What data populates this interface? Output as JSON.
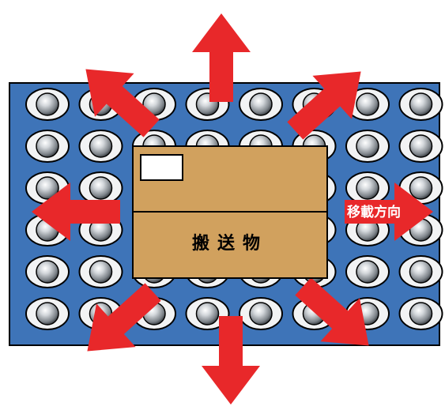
{
  "diagram": {
    "cargo": {
      "label": "搬送物"
    },
    "direction_label": "移載方向",
    "ball_grid": {
      "rows": 6,
      "columns": 8
    },
    "arrow_count": 8,
    "colors": {
      "conveyor_surface": "#3e74b8",
      "arrow": "#e8282a",
      "cargo_box": "#d1a15e",
      "ball": "#c4c8cd"
    }
  }
}
